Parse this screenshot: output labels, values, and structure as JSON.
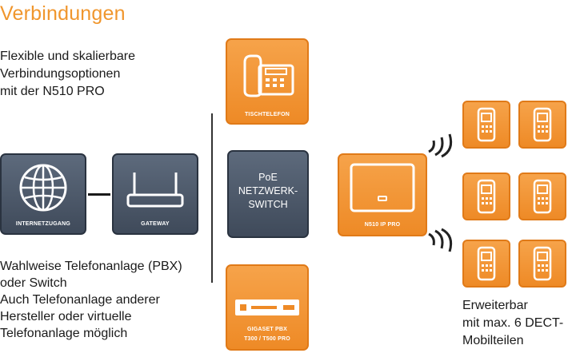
{
  "title": "Verbindungen",
  "intro": {
    "line1": "Flexible und skalierbare",
    "line2": "Verbindungsoptionen",
    "line3": "mit der N510 PRO"
  },
  "pbx_text": {
    "line1": "Wahlweise Telefonanlage (PBX)",
    "line2": "oder Switch",
    "line3": "Auch Telefonanlage anderer",
    "line4": "Hersteller oder virtuelle",
    "line5": "Telefonanlage möglich"
  },
  "extension_text": {
    "line1": "Erweiterbar",
    "line2": "mit max. 6 DECT-",
    "line3": "Mobilteilen"
  },
  "tiles": {
    "internet": "INTERNETZUGANG",
    "gateway": "GATEWAY",
    "desk_phone": "TISCHTELEFON",
    "switch_line1": "PoE",
    "switch_line2": "NETZWERK-",
    "switch_line3": "SWITCH",
    "base_station": "N510 IP PRO",
    "pbx_line1": "GIGASET PBX",
    "pbx_line2": "T300 / T500 PRO"
  },
  "handset_count": 6,
  "colors": {
    "accent_orange": "#f0962d",
    "tile_dark": "#4a5667"
  }
}
